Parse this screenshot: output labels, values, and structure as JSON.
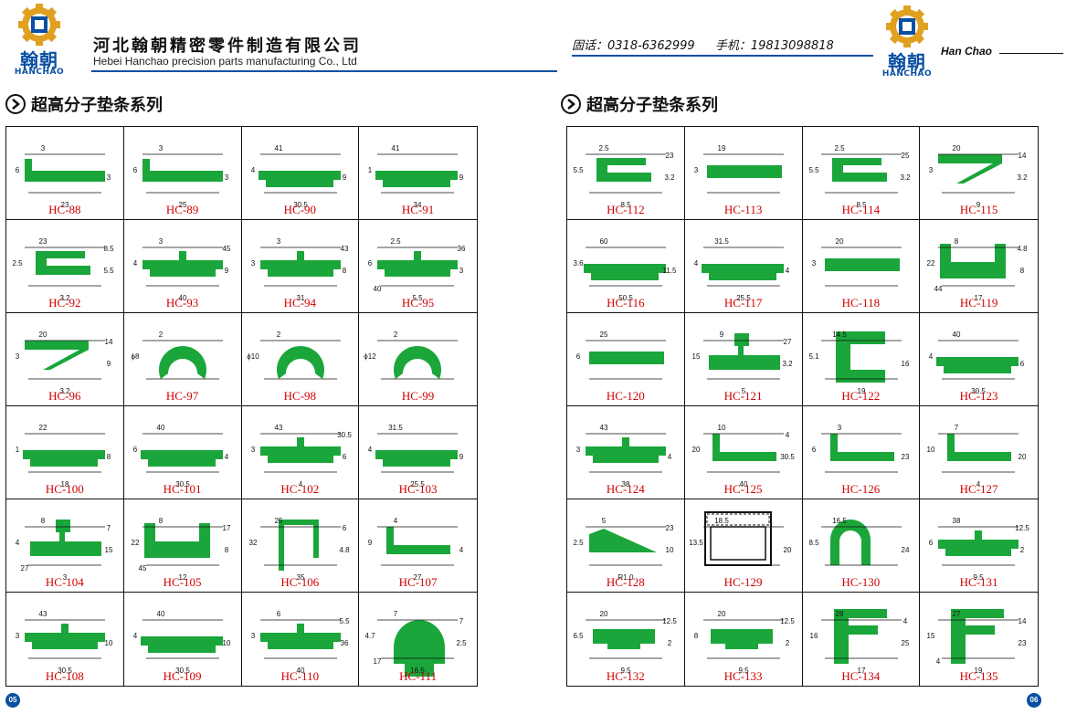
{
  "header": {
    "logo_cn": "翰朝",
    "logo_en": "HANCHAO",
    "company_cn": "河北翰朝精密零件制造有限公司",
    "company_en": "Hebei Hanchao precision parts manufacturing Co., Ltd",
    "phone": "固话：0318-6362999",
    "mobile": "手机：19813098818",
    "brand_en": "Han Chao"
  },
  "left": {
    "title": "超高分子垫条系列",
    "page": "05",
    "items": [
      "HC-88",
      "HC-89",
      "HC-90",
      "HC-91",
      "HC-92",
      "HC-93",
      "HC-94",
      "HC-95",
      "HC-96",
      "HC-97",
      "HC-98",
      "HC-99",
      "HC-100",
      "HC-101",
      "HC-102",
      "HC-103",
      "HC-104",
      "HC-105",
      "HC-106",
      "HC-107",
      "HC-108",
      "HC-109",
      "HC-110",
      "HC-111"
    ]
  },
  "right": {
    "title": "超高分子垫条系列",
    "page": "06",
    "items": [
      "HC-112",
      "HC-113",
      "HC-114",
      "HC-115",
      "HC-116",
      "HC-117",
      "HC-118",
      "HC-119",
      "HC-120",
      "HC-121",
      "HC-122",
      "HC-123",
      "HC-124",
      "HC-125",
      "HC-126",
      "HC-127",
      "HC-128",
      "HC-129",
      "HC-130",
      "HC-131",
      "HC-132",
      "HC-133",
      "HC-134",
      "HC-135"
    ]
  },
  "dims": {
    "HC-88": [
      "3",
      "6",
      "3",
      "23"
    ],
    "HC-89": [
      "3",
      "6",
      "3",
      "25"
    ],
    "HC-90": [
      "41",
      "4",
      "9",
      "30.5"
    ],
    "HC-91": [
      "41",
      "1",
      "9",
      "34"
    ],
    "HC-92": [
      "23",
      "2.5",
      "5.5",
      "3.2",
      "8.5"
    ],
    "HC-93": [
      "3",
      "4",
      "9",
      "40",
      "45"
    ],
    "HC-94": [
      "3",
      "3",
      "8",
      "31",
      "43"
    ],
    "HC-95": [
      "2.5",
      "6",
      "3",
      "5.5",
      "36",
      "40"
    ],
    "HC-96": [
      "20",
      "3",
      "9",
      "3.2",
      "14"
    ],
    "HC-97": [
      "2",
      "ϕ8"
    ],
    "HC-98": [
      "2",
      "ϕ10"
    ],
    "HC-99": [
      "2",
      "ϕ12"
    ],
    "HC-100": [
      "22",
      "1",
      "8",
      "18"
    ],
    "HC-101": [
      "40",
      "6",
      "4",
      "30.5"
    ],
    "HC-102": [
      "43",
      "3",
      "6",
      "4",
      "30.5"
    ],
    "HC-103": [
      "31.5",
      "4",
      "9",
      "25.5"
    ],
    "HC-104": [
      "8",
      "4",
      "15",
      "3",
      "7",
      "27"
    ],
    "HC-105": [
      "8",
      "22",
      "8",
      "12",
      "17",
      "45"
    ],
    "HC-106": [
      "25",
      "32",
      "4.8",
      "35",
      "6"
    ],
    "HC-107": [
      "4",
      "9",
      "4",
      "27"
    ],
    "HC-108": [
      "43",
      "3",
      "10",
      "30.5"
    ],
    "HC-109": [
      "40",
      "4",
      "10",
      "30.5"
    ],
    "HC-110": [
      "6",
      "3",
      "36",
      "40",
      "5.5"
    ],
    "HC-111": [
      "7",
      "4.7",
      "2.5",
      "16.5",
      "7",
      "17"
    ],
    "HC-112": [
      "2.5",
      "5.5",
      "3.2",
      "8.5",
      "23"
    ],
    "HC-113": [
      "19",
      "3"
    ],
    "HC-114": [
      "2.5",
      "5.5",
      "3.2",
      "8.5",
      "25"
    ],
    "HC-115": [
      "20",
      "3",
      "3.2",
      "9",
      "14"
    ],
    "HC-116": [
      "60",
      "3.6",
      "11.5",
      "50.5"
    ],
    "HC-117": [
      "31.5",
      "4",
      "4",
      "25.5"
    ],
    "HC-118": [
      "20",
      "3"
    ],
    "HC-119": [
      "8",
      "22",
      "8",
      "17",
      "4.8",
      "44"
    ],
    "HC-120": [
      "25",
      "6"
    ],
    "HC-121": [
      "9",
      "15",
      "3.2",
      "5",
      "27"
    ],
    "HC-122": [
      "14.5",
      "5.1",
      "16",
      "19"
    ],
    "HC-123": [
      "40",
      "4",
      "6",
      "30.5"
    ],
    "HC-124": [
      "43",
      "3",
      "4",
      "38"
    ],
    "HC-125": [
      "10",
      "20",
      "30.5",
      "40",
      "4"
    ],
    "HC-126": [
      "3",
      "6",
      "23"
    ],
    "HC-127": [
      "7",
      "10",
      "20",
      "4"
    ],
    "HC-128": [
      "5",
      "2.5",
      "10",
      "R1.0",
      "23"
    ],
    "HC-129": [
      "18.5",
      "13.5",
      "20"
    ],
    "HC-130": [
      "16.5",
      "8.5",
      "24"
    ],
    "HC-131": [
      "38",
      "6",
      "2",
      "9.5",
      "12.5"
    ],
    "HC-132": [
      "20",
      "6.5",
      "2",
      "9.5",
      "12.5"
    ],
    "HC-133": [
      "20",
      "8",
      "2",
      "9.5",
      "12.5"
    ],
    "HC-134": [
      "28",
      "16",
      "25",
      "17",
      "4"
    ],
    "HC-135": [
      "27",
      "15",
      "23",
      "19",
      "14",
      "4"
    ]
  },
  "colors": {
    "profile": "#1aa63a",
    "label": "#d10000",
    "brand_blue": "#0a4fa3",
    "logo_gold": "#e0a020"
  }
}
